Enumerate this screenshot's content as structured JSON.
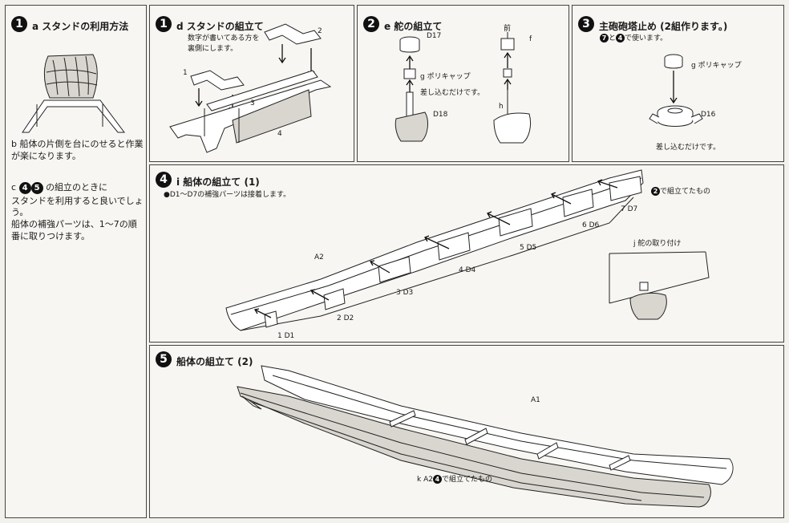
{
  "p1a": {
    "num": "1",
    "title": "a スタンドの利用方法",
    "b_text_1": "b 船体の片側を台にのせると作業",
    "b_text_2": "が楽になります。"
  },
  "p1c": {
    "prefix": "c",
    "num1": "4",
    "num2": "5",
    "text_1": "の組立のときに",
    "text_2": "スタンドを利用すると良いでしょ",
    "text_3": "う。",
    "text_4": "船体の補強パーツは、1〜7の順",
    "text_5": "番に取りつけます。"
  },
  "p1d": {
    "num": "1",
    "title": "d スタンドの組立て",
    "note_1": "数字が書いてある方を",
    "note_2": "裏側にします。",
    "labels": [
      "1",
      "2",
      "3",
      "4"
    ]
  },
  "p2e": {
    "num": "2",
    "title": "e 舵の組立て",
    "d17": "D17",
    "cap": "g ポリキャップ",
    "insert": "差し込むだけです。",
    "d18": "D18",
    "front": "前",
    "f": "f",
    "h": "h"
  },
  "p3": {
    "num": "3",
    "title": "主砲砲塔止め (2組作ります。)",
    "sub_n1": "7",
    "sub_mid": "と",
    "sub_n2": "4",
    "sub_end": "で使います。",
    "cap": "g ポリキャップ",
    "d16": "D16",
    "insert": "差し込むだけです。"
  },
  "p4": {
    "num": "4",
    "title": "i 船体の組立て (1)",
    "note": "●D1〜D7の補強パーツは接着します。",
    "assembled_n": "2",
    "assembled": "で組立てたもの",
    "rudder": "j 舵の取り付け",
    "a2": "A2",
    "parts": [
      "1 D1",
      "2 D2",
      "3 D3",
      "4 D4",
      "5 D5",
      "6 D6",
      "7 D7"
    ]
  },
  "p5": {
    "num": "5",
    "title": "船体の組立て (2)",
    "a1": "A1",
    "k_prefix": "k A2",
    "k_num": "4",
    "k_suffix": "で組立てたもの"
  }
}
